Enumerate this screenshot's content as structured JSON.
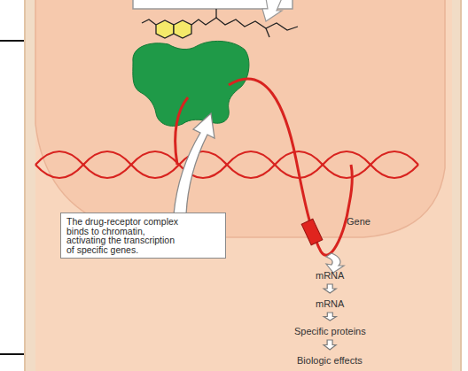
{
  "diagram": {
    "nodes": [
      {
        "text": [
          "The drug-receptor complex binds to chromatin, activating the transcription of specific genes."
        ]
      },
      {
        "text": [
          "mRNA"
        ]
      },
      {
        "text": [
          "mRNA"
        ]
      },
      {
        "text": [
          "Specific proteins"
        ]
      },
      {
        "text": [
          "Biologic effects"
        ]
      }
    ],
    "edges": [
      {
        "from": 1,
        "to": 2,
        "arrow": "to"
      },
      {
        "from": 2,
        "to": 3,
        "arrow": "to"
      },
      {
        "from": 3,
        "to": 4,
        "arrow": "to"
      }
    ],
    "labels": [
      "Gene"
    ]
  }
}
